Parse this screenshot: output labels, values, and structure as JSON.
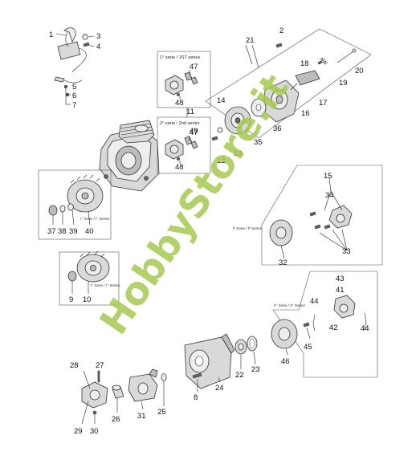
{
  "watermark": "HobbyStore.it",
  "series": {
    "first_series": "1° serie / 1ST series",
    "second_series": "2° serie / 2nd series",
    "label_I": "I° Serie / I° Series",
    "label_II_left": "I° Serie / I° Series",
    "label_P": "P Serie / P Series",
    "label_II": "II° Serie / II° Series"
  },
  "parts": [
    "1",
    "2",
    "3",
    "4",
    "5",
    "6",
    "7",
    "8",
    "9",
    "10",
    "11",
    "12",
    "13",
    "14",
    "15",
    "16",
    "17",
    "18",
    "19",
    "20",
    "21",
    "22",
    "23",
    "24",
    "25",
    "26",
    "27",
    "28",
    "29",
    "30",
    "31",
    "32",
    "33",
    "34",
    "35",
    "36",
    "37",
    "38",
    "39",
    "40",
    "41",
    "42",
    "43",
    "44",
    "45",
    "46",
    "47",
    "48",
    "49"
  ]
}
